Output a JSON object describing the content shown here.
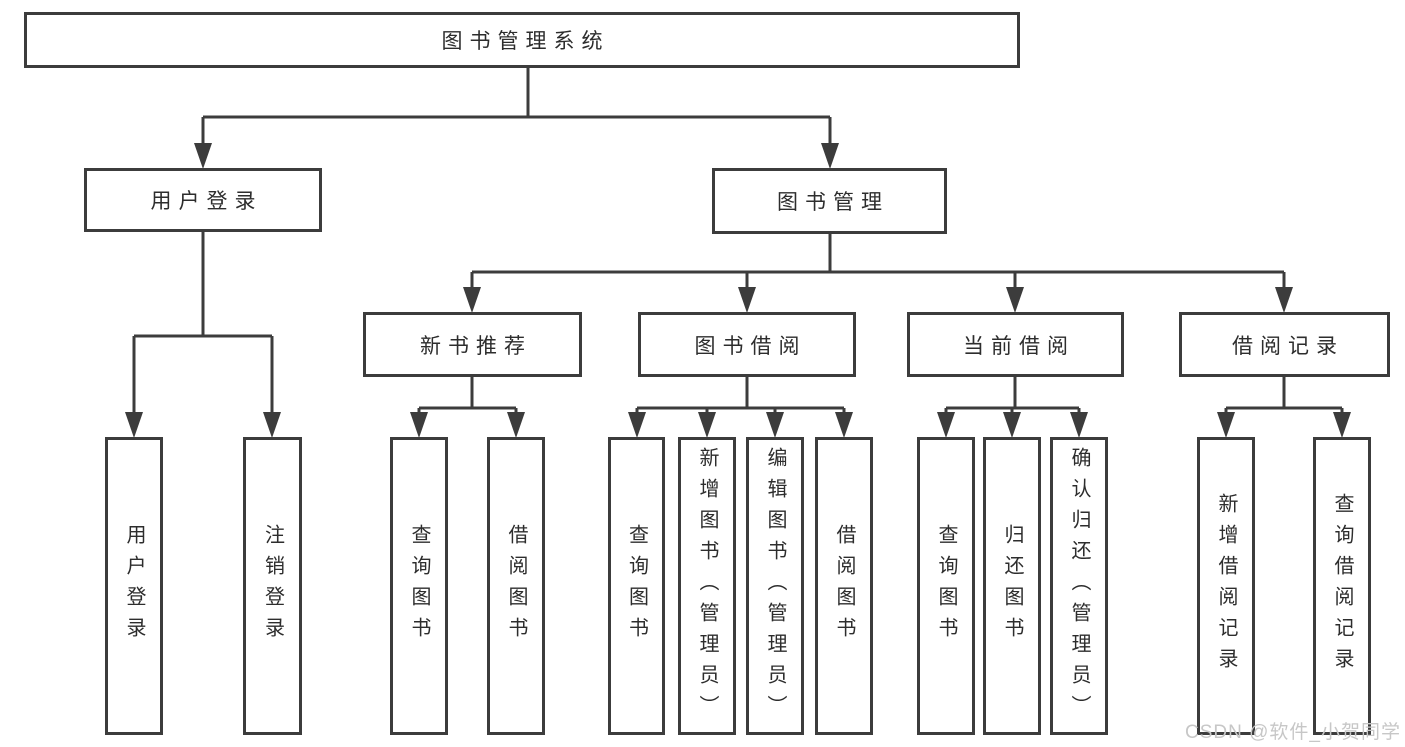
{
  "diagram": {
    "title": "图书管理系统",
    "root": "图书管理系统",
    "level2": {
      "user_login": "用户登录",
      "book_management": "图书管理"
    },
    "level3": {
      "new_book_recommend": "新书推荐",
      "book_borrow": "图书借阅",
      "current_borrow": "当前借阅",
      "borrow_records": "借阅记录"
    },
    "leaves": {
      "user": [
        "用户登录",
        "注销登录"
      ],
      "newbook": [
        "查询图书",
        "借阅图书"
      ],
      "borrow": [
        "查询图书",
        "新增图书（管理员）",
        "编辑图书（管理员）",
        "借阅图书"
      ],
      "current": [
        "查询图书",
        "归还图书",
        "确认归还（管理员）"
      ],
      "records": [
        "新增借阅记录",
        "查询借阅记录"
      ]
    }
  },
  "watermark": "CSDN @软件_小贺同学",
  "colors": {
    "line": "#3c3c3c",
    "box_border": "#3c3c3c",
    "text": "#2d2d2d",
    "watermark": "#c7c7c7",
    "background": "#ffffff"
  }
}
